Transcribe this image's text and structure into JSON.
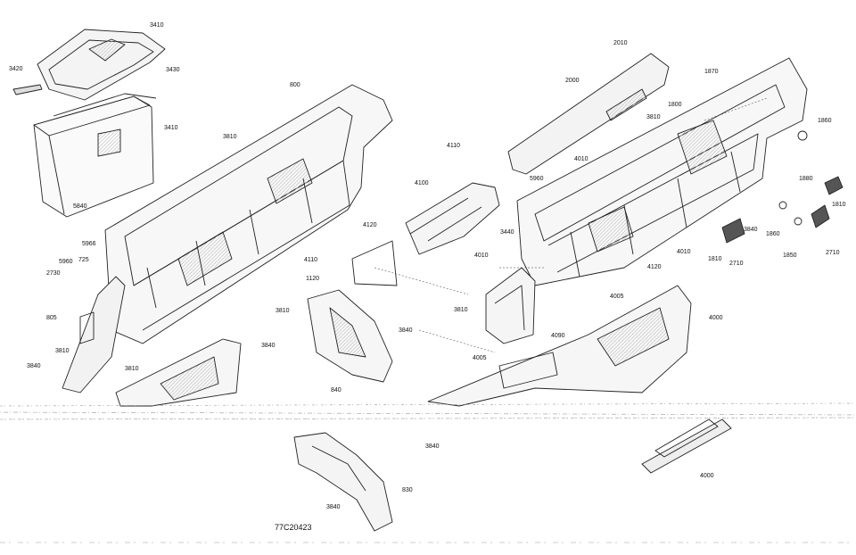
{
  "diagram": {
    "figure_id": "77C20423",
    "callouts": [
      {
        "id": "c1",
        "text": "3410"
      },
      {
        "id": "c2",
        "text": "3420"
      },
      {
        "id": "c3",
        "text": "3430"
      },
      {
        "id": "c4",
        "text": "3410"
      },
      {
        "id": "c5",
        "text": "800"
      },
      {
        "id": "c6",
        "text": "3810"
      },
      {
        "id": "c7",
        "text": "5840"
      },
      {
        "id": "c8",
        "text": "5966"
      },
      {
        "id": "c9",
        "text": "5960"
      },
      {
        "id": "c10",
        "text": "725"
      },
      {
        "id": "c11",
        "text": "2730"
      },
      {
        "id": "c12",
        "text": "805"
      },
      {
        "id": "c13",
        "text": "3810"
      },
      {
        "id": "c14",
        "text": "3840"
      },
      {
        "id": "c15",
        "text": "3810"
      },
      {
        "id": "c16",
        "text": "3840"
      },
      {
        "id": "c17",
        "text": "4110"
      },
      {
        "id": "c18",
        "text": "4100"
      },
      {
        "id": "c19",
        "text": "4120"
      },
      {
        "id": "c20",
        "text": "4110"
      },
      {
        "id": "c21",
        "text": "1120"
      },
      {
        "id": "c22",
        "text": "3810"
      },
      {
        "id": "c23",
        "text": "3840"
      },
      {
        "id": "c24",
        "text": "840"
      },
      {
        "id": "c25",
        "text": "3440"
      },
      {
        "id": "c26",
        "text": "4010"
      },
      {
        "id": "c27",
        "text": "3810"
      },
      {
        "id": "c28",
        "text": "2010"
      },
      {
        "id": "c29",
        "text": "2000"
      },
      {
        "id": "c30",
        "text": "1870"
      },
      {
        "id": "c31",
        "text": "1800"
      },
      {
        "id": "c32",
        "text": "3810"
      },
      {
        "id": "c33",
        "text": "4010"
      },
      {
        "id": "c34",
        "text": "5960"
      },
      {
        "id": "c35",
        "text": "1860"
      },
      {
        "id": "c36",
        "text": "1880"
      },
      {
        "id": "c37",
        "text": "1810"
      },
      {
        "id": "c38",
        "text": "3840"
      },
      {
        "id": "c39",
        "text": "1860"
      },
      {
        "id": "c40",
        "text": "1810"
      },
      {
        "id": "c41",
        "text": "2710"
      },
      {
        "id": "c42",
        "text": "1850"
      },
      {
        "id": "c43",
        "text": "2710"
      },
      {
        "id": "c44",
        "text": "4010"
      },
      {
        "id": "c45",
        "text": "4120"
      },
      {
        "id": "c46",
        "text": "4005"
      },
      {
        "id": "c47",
        "text": "4000"
      },
      {
        "id": "c48",
        "text": "4090"
      },
      {
        "id": "c49",
        "text": "4005"
      },
      {
        "id": "c50",
        "text": "3840"
      },
      {
        "id": "c51",
        "text": "830"
      },
      {
        "id": "c52",
        "text": "3840"
      },
      {
        "id": "c53",
        "text": "4000"
      }
    ]
  }
}
